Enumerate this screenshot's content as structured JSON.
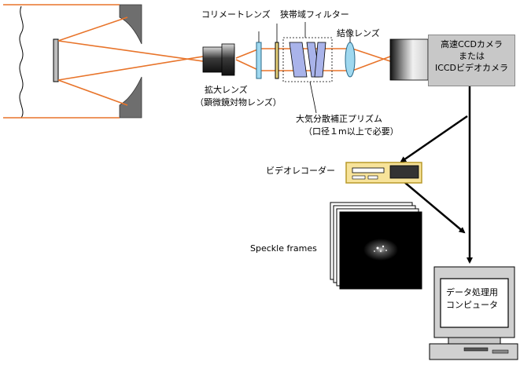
{
  "labels": {
    "collimator_lens": "コリメートレンズ",
    "narrowband_filter": "狭帯域フィルター",
    "imaging_lens": "結像レンズ",
    "magnifier_line1": "拡大レンズ",
    "magnifier_line2": "（顕微鏡対物レンズ）",
    "prism_line1": "大気分散補正プリズム",
    "prism_line2": "（口径１m以上で必要）",
    "video_recorder": "ビデオレコーダー",
    "speckle_frames": "Speckle frames"
  },
  "camera": {
    "line1": "高速CCDカメラ",
    "line2": "または",
    "line3": "ICCDビデオカメラ"
  },
  "computer": {
    "line1": "データ処理用",
    "line2": "コンピュータ"
  },
  "colors": {
    "beam": "#e8742a",
    "mirror": "#707070",
    "recorder_fill": "#f7e39a",
    "recorder_border": "#b89a2a",
    "camera_fill": "#c8c8c8"
  }
}
